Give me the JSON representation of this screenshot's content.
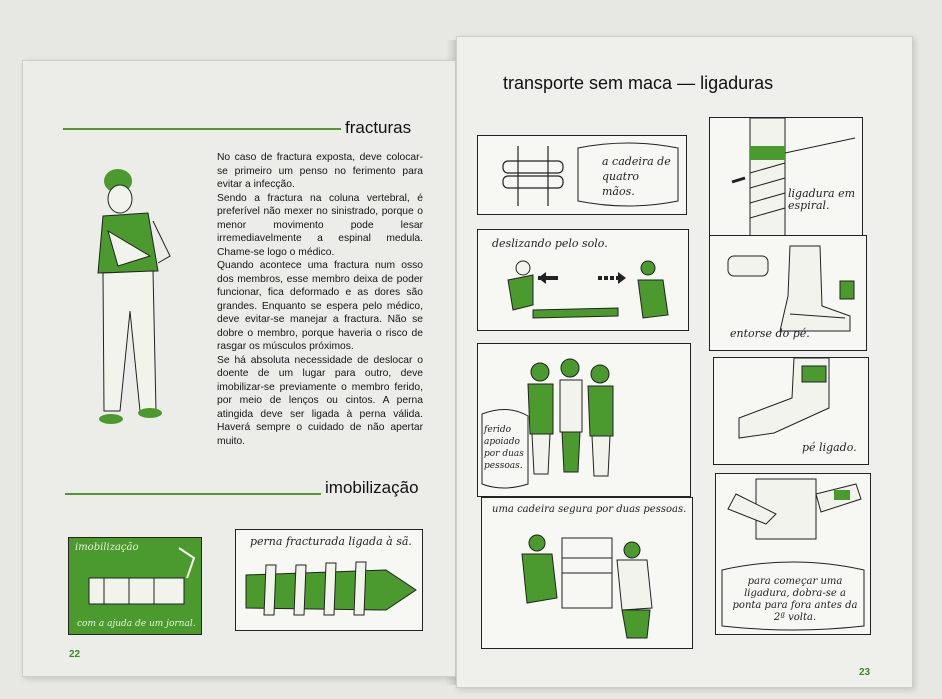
{
  "left_page": {
    "heading_fracturas": "fracturas",
    "paragraphs": [
      "No caso de fractura exposta, deve colocar-se primeiro um penso no ferimento para evitar a infecção.",
      "Sendo a fractura na coluna vertebral, é preferível não mexer no sinistrado, porque o menor movimento pode lesar irremediavelmente a espinal medula. Chame-se logo o médico.",
      "Quando acontece uma fractura num osso dos membros, esse membro deixa de poder funcionar, fica deformado e as dores são grandes. Enquanto se espera pelo médico, deve evitar-se manejar a fractura. Não se dobre o membro, porque haveria o risco de rasgar os músculos próximos.",
      "Se há absoluta necessidade de deslocar o doente de um lugar para outro, deve imobilizar-se previamente o membro ferido, por meio de lenços ou cintos. A perna atingida deve ser ligada à perna válida. Haverá sempre o cuidado de não apertar muito."
    ],
    "heading_imobilizacao": "imobilização",
    "caption_imobilizacao_top": "imobilização",
    "caption_imobilizacao_bottom": "com a ajuda de um jornal.",
    "caption_perna": "perna fracturada ligada à sã.",
    "page_number": "22"
  },
  "right_page": {
    "heading": "transporte sem maca — ligaduras",
    "panel1": "a cadeira de quatro mãos.",
    "panel2": "deslizando pelo solo.",
    "panel3": "ferido apoiado por duas pessoas.",
    "panel4": "uma cadeira segura por duas pessoas.",
    "panel5": "ligadura em espiral.",
    "panel6": "entorse do pé.",
    "panel7": "pé ligado.",
    "panel8": "para começar uma ligadura, dobra-se a ponta para fora antes da 2ª volta.",
    "page_number": "23"
  },
  "colors": {
    "accent_green": "#4b9a2e",
    "ink": "#151515"
  }
}
